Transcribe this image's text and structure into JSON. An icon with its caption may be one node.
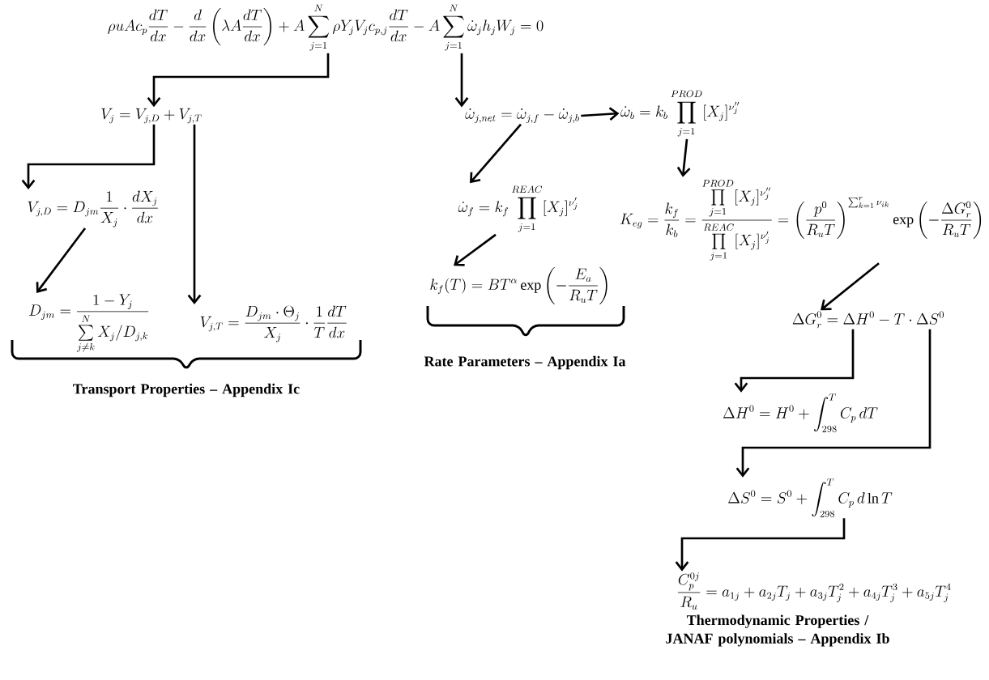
{
  "diagram": {
    "nodes": [
      {
        "text": [
          "\\rho u A c_p \\frac{dT}{dx} - \\frac{d}{dx}\\left(\\lambda A \\frac{dT}{dx}\\right) + A\\sum_{j=1}^{N} \\rho Y_j V_j c_{p,j} \\frac{dT}{dx} - A\\sum_{j=1}^{N} \\dot{\\omega}_j h_j W_j = 0"
        ]
      },
      {
        "text": [
          "V_j = V_{j,D} + V_{j,T}"
        ]
      },
      {
        "text": [
          "\\dot{\\omega}_{j,net} = \\dot{\\omega}_{j,f} - \\dot{\\omega}_{j,b}"
        ]
      },
      {
        "text": [
          "\\dot{\\omega}_b = k_b \\prod_{j=1}^{PROD} [X_j]^{\\nu''_j}"
        ]
      },
      {
        "text": [
          "V_{j,D} = D_{jm} \\frac{1}{X_j} \\cdot \\frac{dX_j}{dx}"
        ]
      },
      {
        "text": [
          "\\dot{\\omega}_f = k_f \\prod_{j=1}^{REAC} [X_j]^{\\nu'_j}"
        ]
      },
      {
        "text": [
          "K_{eg} = \\frac{k_f}{k_b} = \\frac{\\prod\\limits_{j=1}^{PROD} [X_j]^{\\nu''_j}}{\\prod\\limits_{j=1}^{REAC} [X_j]^{\\nu'_j}} = \\left(\\frac{p^0}{R_u T}\\right)^{\\sum_{k=1}^{r} \\nu_{ik}} \\exp\\left(-\\frac{\\Delta G_r^0}{R_u T}\\right)"
        ]
      },
      {
        "text": [
          "D_{jm} = \\frac{1 - Y_j}{\\sum\\limits_{j \\neq k}^{N} X_j / D_{j,k}}"
        ]
      },
      {
        "text": [
          "V_{j,T} = \\frac{D_{jm} \\cdot \\Theta_j}{X_j} \\cdot \\frac{1}{T} \\frac{dT}{dx}"
        ]
      },
      {
        "text": [
          "k_f(T) = B T^{\\alpha} \\exp\\left(-\\frac{E_a}{R_u T}\\right)"
        ]
      },
      {
        "text": [
          "\\Delta G_r^0 = \\Delta H^0 - T \\cdot \\Delta S^0"
        ]
      },
      {
        "text": [
          "\\Delta H^0 = H^0 + \\int_{298}^{T} C_p \\, dT"
        ]
      },
      {
        "text": [
          "\\Delta S^0 = S^0 + \\int_{298}^{T} C_p \\, d \\ln T"
        ]
      },
      {
        "text": [
          "\\frac{C_p^{0j}}{R_u} = a_{1j} + a_{2j} T_j + a_{3j} T_j^2 + a_{4j} T_j^3 + a_{5j} T_j^4"
        ]
      }
    ],
    "edges": [
      {
        "from": 0,
        "to": 1,
        "arrow": "to"
      },
      {
        "from": 0,
        "to": 2,
        "arrow": "to"
      },
      {
        "from": 2,
        "to": 3,
        "arrow": "to"
      },
      {
        "from": 1,
        "to": 4,
        "arrow": "to"
      },
      {
        "from": 1,
        "to": 8,
        "arrow": "to"
      },
      {
        "from": 2,
        "to": 5,
        "arrow": "to"
      },
      {
        "from": 3,
        "to": 6,
        "arrow": "to"
      },
      {
        "from": 4,
        "to": 7,
        "arrow": "to"
      },
      {
        "from": 5,
        "to": 9,
        "arrow": "to"
      },
      {
        "from": 6,
        "to": 10,
        "arrow": "to"
      },
      {
        "from": 10,
        "to": 11,
        "arrow": "to"
      },
      {
        "from": 10,
        "to": 12,
        "arrow": "to"
      },
      {
        "from": 12,
        "to": 13,
        "arrow": "to"
      }
    ],
    "labels": [
      "Rate Parameters – Appendix Ia",
      "Transport Properties – Appendix Ic",
      "Thermodynamic Properties / JANAF polynomials – Appendix Ib"
    ]
  }
}
